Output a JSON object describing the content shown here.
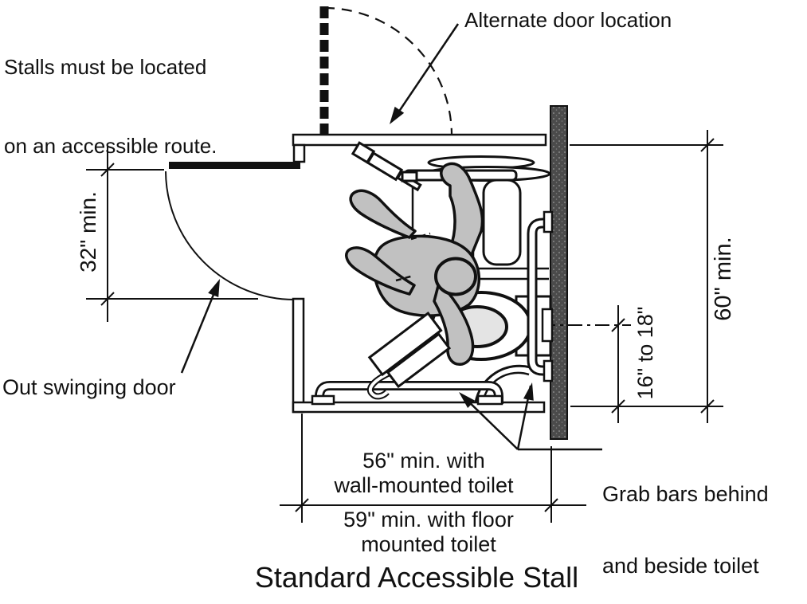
{
  "labels": {
    "note_route_line1": "Stalls must be located",
    "note_route_line2": "on an accessible route.",
    "alternate_door": "Alternate door location",
    "out_swinging_door": "Out swinging door",
    "grab_bars_line1": "Grab bars behind",
    "grab_bars_line2": "and beside toilet",
    "title": "Standard Accessible Stall"
  },
  "dimensions": {
    "door_width": "32\" min.",
    "stall_depth": "60\" min.",
    "toilet_centerline_offset": "16\" to 18\"",
    "width_wall_mounted_line1": "56\" min. with",
    "width_wall_mounted_line2": "wall-mounted toilet",
    "width_floor_mounted_line1": "59\" min. with floor",
    "width_floor_mounted_line2": "mounted toilet"
  },
  "colors": {
    "line": "#111111",
    "wall_panel": "#4b4b4b",
    "figure": "#c1c1c1",
    "toilet_seat": "#e4e4e4",
    "background": "#ffffff"
  }
}
